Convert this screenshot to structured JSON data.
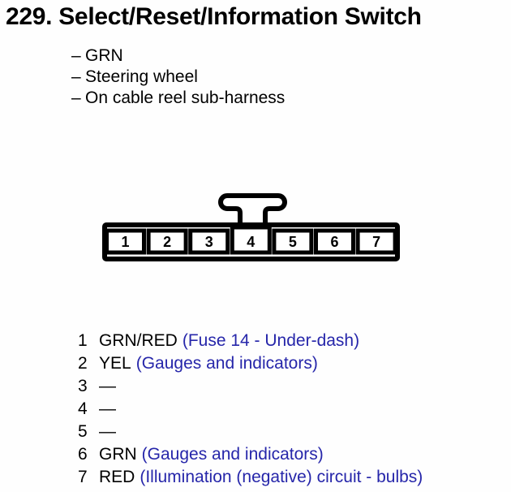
{
  "title": "229. Select/Reset/Information Switch",
  "bullet_marker": "–",
  "bullets": [
    "GRN",
    "Steering wheel",
    "On cable reel sub-harness"
  ],
  "connector": {
    "pins": [
      "1",
      "2",
      "3",
      "4",
      "5",
      "6",
      "7"
    ]
  },
  "pin_assignments": [
    {
      "pin": "1",
      "wire": "GRN/RED",
      "detail": "(Fuse 14 - Under-dash)"
    },
    {
      "pin": "2",
      "wire": "YEL",
      "detail": "(Gauges and indicators)"
    },
    {
      "pin": "3",
      "wire": "—",
      "detail": ""
    },
    {
      "pin": "4",
      "wire": "—",
      "detail": ""
    },
    {
      "pin": "5",
      "wire": "—",
      "detail": ""
    },
    {
      "pin": "6",
      "wire": "GRN",
      "detail": "(Gauges and indicators)"
    },
    {
      "pin": "7",
      "wire": "RED",
      "detail": "(Illumination (negative) circuit - bulbs)"
    }
  ],
  "colors": {
    "accent_blue": "#2626aa",
    "text": "#000000",
    "background": "#fefefe",
    "diagram_stroke": "#000000"
  }
}
